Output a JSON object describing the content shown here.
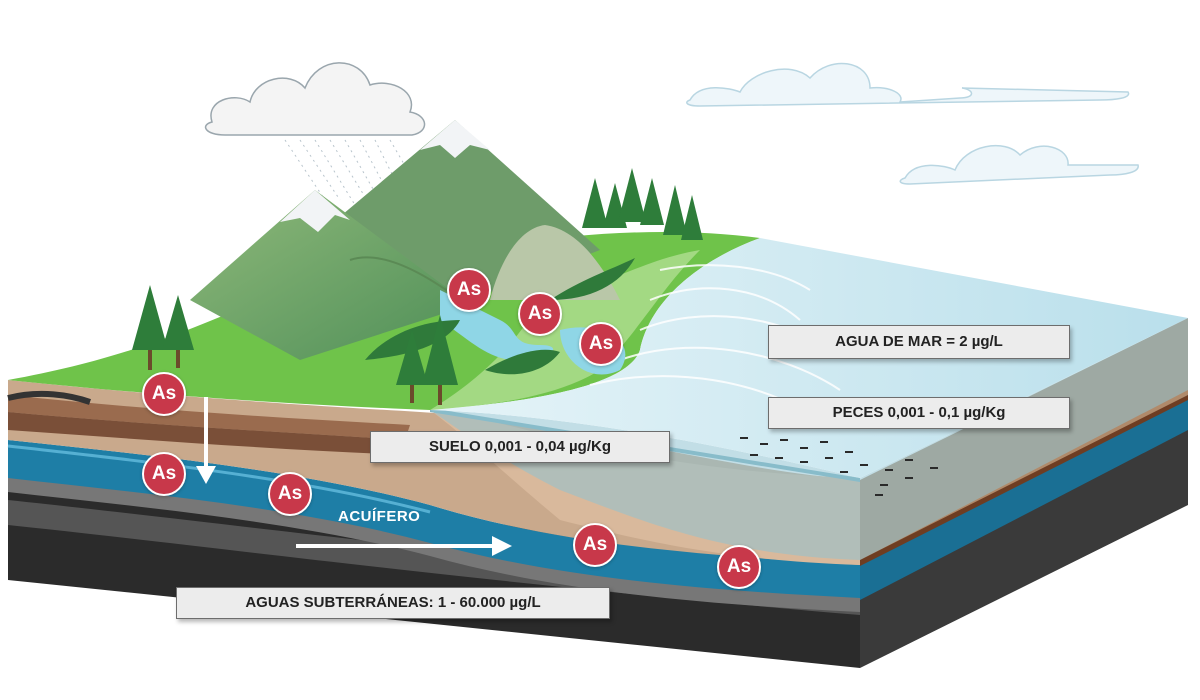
{
  "labels": {
    "sea_water": "AGUA DE MAR = 2 µg/L",
    "fish": "PECES 0,001 - 0,1 µg/Kg",
    "soil": "SUELO 0,001 - 0,04 µg/Kg",
    "groundwater": "AGUAS SUBTERRÁNEAS: 1 - 60.000 µg/L",
    "aquifer": "ACUÍFERO"
  },
  "markers": {
    "symbol": "As",
    "items": [
      "As",
      "As",
      "As",
      "As",
      "As",
      "As",
      "As",
      "As"
    ]
  },
  "colors": {
    "marker": "#c8384a",
    "aquifer": "#1e7ea6",
    "sea": "#bfe3ef",
    "grass": "#6fc34a",
    "soil": "#c9a98c"
  }
}
